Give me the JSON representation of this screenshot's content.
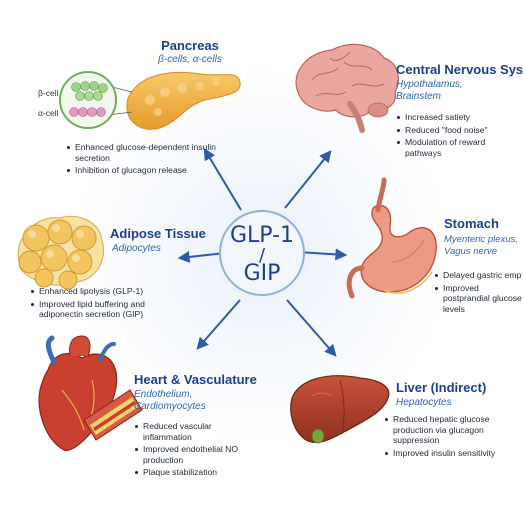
{
  "center": {
    "line1": "GLP-1",
    "line2": "/",
    "line3": "GIP"
  },
  "colors": {
    "accent": "#2f5aa6",
    "title": "#1d3f8f",
    "subtitle": "#2f64b8",
    "organ_red": "#c94a35",
    "pancreas": "#f2b24c",
    "adipose": "#f4c86a"
  },
  "pancreas": {
    "title": "Pancreas",
    "subtitle": "β-cells, α-cells",
    "cell_labels": [
      "β-cell",
      "α-cell"
    ],
    "effects": [
      "Enhanced glucose-dependent insulin secretion",
      "Inhibition of glucagon release"
    ],
    "icon": "pancreas-icon"
  },
  "cns": {
    "title": "Central Nervous System",
    "subtitle_lines": [
      "Hypothalamus,",
      "Brainstem"
    ],
    "effects": [
      "Increased satiety",
      "Reduced \"food noise\"",
      "Modulation of reward pathways"
    ],
    "icon": "brain-icon"
  },
  "adipose": {
    "title": "Adipose Tissue",
    "subtitle": "Adipocytes",
    "effects": [
      "Enhanced lipolysis (GLP-1)",
      "Improved lipid buffering and adiponectin secretion (GIP)"
    ],
    "icon": "adipocytes-icon"
  },
  "stomach": {
    "title": "Stomach",
    "subtitle_lines": [
      "Myenteric plexus,",
      "Vagus nerve"
    ],
    "effects": [
      "Delayed gastric emptyin",
      "Improved postprandial glucose levels"
    ],
    "icon": "stomach-icon"
  },
  "heart": {
    "title": "Heart & Vasculature",
    "subtitle_lines": [
      "Endothelium,",
      "Cardiomyocytes"
    ],
    "effects": [
      "Reduced vascular inflammation",
      "Improved endothelial NO production",
      "Plaque stabilization"
    ],
    "icon": "heart-icon"
  },
  "liver": {
    "title": "Liver (Indirect)",
    "subtitle": "Hepatocytes",
    "effects": [
      "Reduced hepatic glucose production via glucagon suppression",
      "Improved insulin sensitivity"
    ],
    "icon": "liver-icon"
  }
}
